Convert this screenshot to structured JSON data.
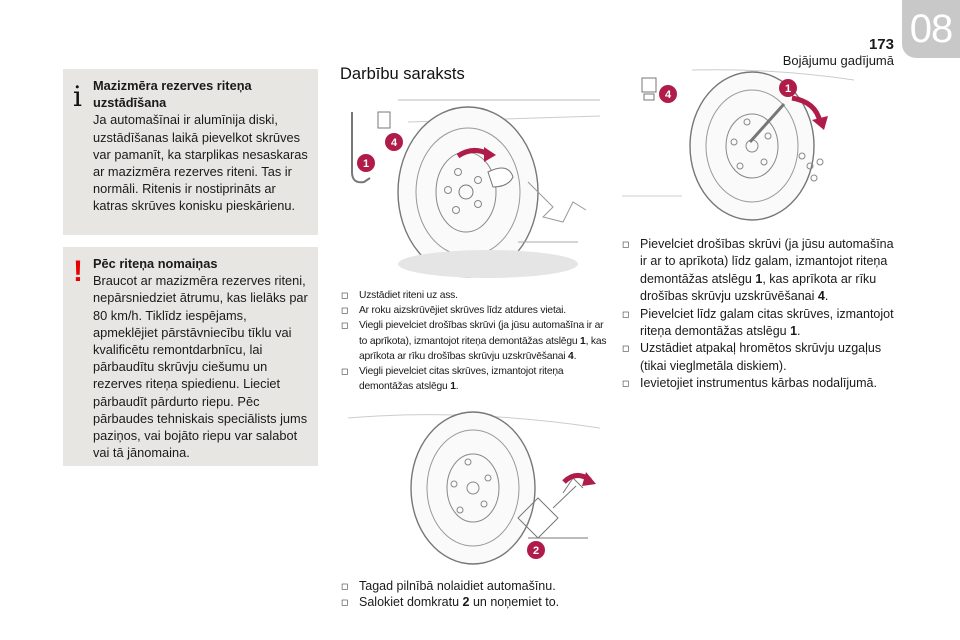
{
  "header": {
    "page_number": "173",
    "chapter_title": "Bojājumu gadījumā",
    "chapter_badge": "08"
  },
  "info_box": {
    "icon": "info-icon",
    "title": "Mazizmēra rezerves riteņa uzstādīšana",
    "body": "Ja automašīnai ir alumīnija diski, uzstādīšanas laikā pievelkot skrūves var pamanīt, ka starplikas nesaskaras ar mazizmēra rezerves riteni. Tas ir normāli. Ritenis ir nostiprināts ar katras skrūves konisku pieskārienu."
  },
  "warning_box": {
    "icon": "warning-icon",
    "accent_color": "#e60000",
    "title": "Pēc riteņa nomaiņas",
    "body": "Braucot ar mazizmēra rezerves riteni, nepārsniedziet ātrumu, kas lielāks par 80 km/h. Tiklīdz iespējams, apmeklējiet pārstāvniecību tīklu vai kvalificētu remontdarbnīcu, lai pārbaudītu skrūvju ciešumu un rezerves riteņa spiedienu. Lieciet pārbaudīt pārdurto riepu. Pēc pārbaudes tehniskais speciālists jums paziņos, vai bojāto riepu var salabot vai tā jānomaina."
  },
  "section_title": "Darbību saraksts",
  "illustrations": {
    "top_left": {
      "callouts": [
        "4",
        "1"
      ]
    },
    "bottom_left": {
      "callouts": [
        "2"
      ]
    },
    "top_right": {
      "callouts": [
        "4",
        "1"
      ]
    }
  },
  "steps_a": [
    {
      "text": "Uzstādiet riteni uz ass."
    },
    {
      "text": "Ar roku aizskrūvējiet skrūves līdz atdures vietai."
    },
    {
      "text": "Viegli pievelciet drošības skrūvi (ja jūsu automašīna ir ar to aprīkota), izmantojot riteņa demontāžas atslēgu ",
      "num": "1",
      "text2": ", kas aprīkota ar rīku drošības skrūvju uzskrūvēšanai ",
      "num2": "4",
      "text3": "."
    },
    {
      "text": "Viegli pievelciet citas skrūves, izmantojot riteņa demontāžas atslēgu ",
      "num": "1",
      "text2": "."
    }
  ],
  "steps_b": [
    {
      "text": "Tagad pilnībā nolaidiet automašīnu."
    },
    {
      "text": "Salokiet domkratu ",
      "num": "2",
      "text2": " un noņemiet to."
    }
  ],
  "steps_c": [
    {
      "text": "Pievelciet drošības skrūvi (ja jūsu automašīna ir ar to aprīkota) līdz galam, izmantojot riteņa demontāžas atslēgu ",
      "num": "1",
      "text2": ", kas aprīkota ar rīku drošības skrūvju uzskrūvēšanai ",
      "num2": "4",
      "text3": "."
    },
    {
      "text": "Pievelciet līdz galam citas skrūves, izmantojot riteņa demontāžas atslēgu ",
      "num": "1",
      "text2": "."
    },
    {
      "text": "Uzstādiet atpakaļ hromētos skrūvju uzgaļus (tikai vieglmetāla diskiem)."
    },
    {
      "text": "Ievietojiet instrumentus kārbas nodalījumā."
    }
  ],
  "bullet_glyph": "",
  "colors": {
    "callout": "#b01c4a",
    "box_bg": "#e8e6e3",
    "badge": "#c8c8c8"
  }
}
